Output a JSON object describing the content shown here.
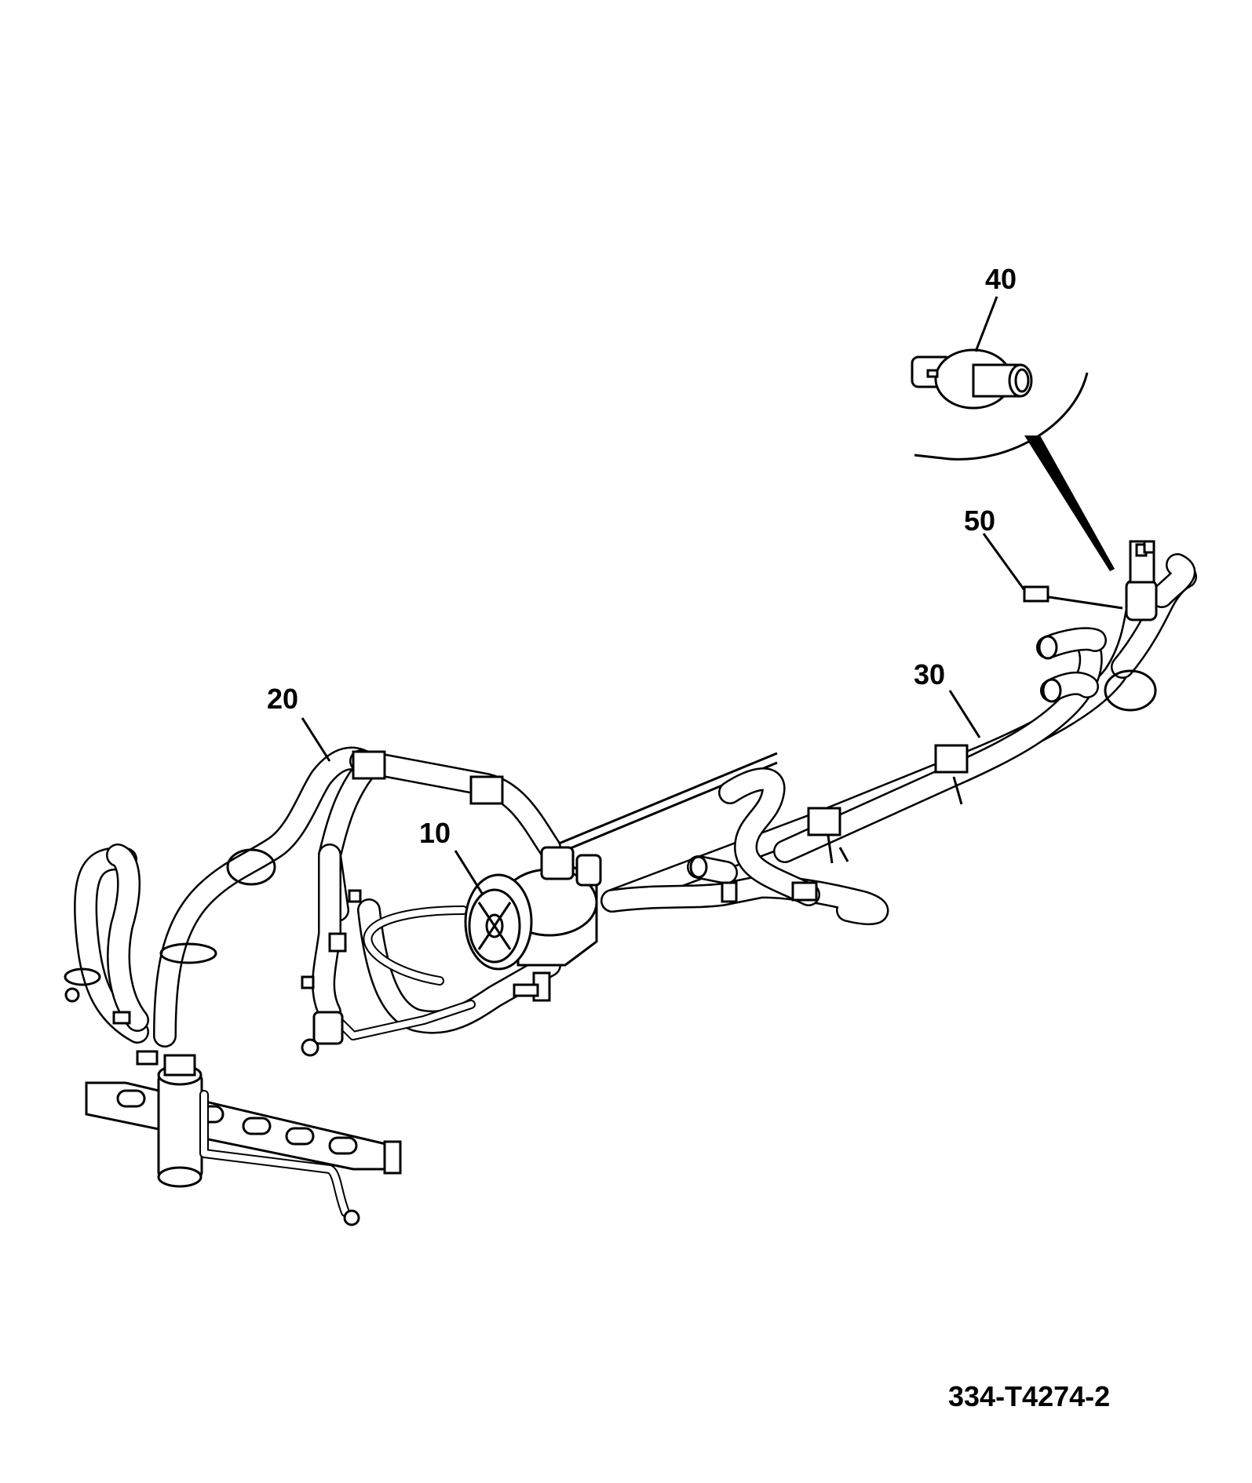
{
  "callouts": {
    "c10": "10",
    "c20": "20",
    "c30": "30",
    "c40": "40",
    "c50": "50"
  },
  "drawing_number": "334-T4274-2",
  "colors": {
    "line": "#000000",
    "background": "#ffffff"
  }
}
